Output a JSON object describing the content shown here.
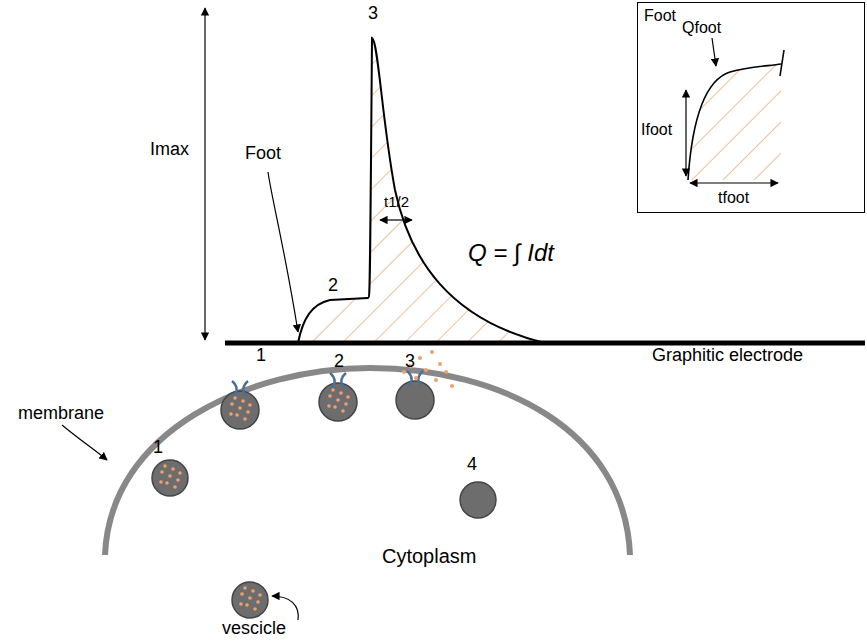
{
  "diagram": {
    "nodes": [
      {
        "text": [
          "Foot",
          "Qfoot",
          "Ifoot",
          "tfoot"
        ]
      }
    ],
    "labels": [
      "Imax",
      "3",
      "Foot",
      "2",
      "t1/2",
      "Q = ∫ Idt",
      "1",
      "Graphitic electrode",
      "2",
      "3",
      "membrane",
      "1",
      "4",
      "Cytoplasm",
      "vescicle"
    ]
  }
}
